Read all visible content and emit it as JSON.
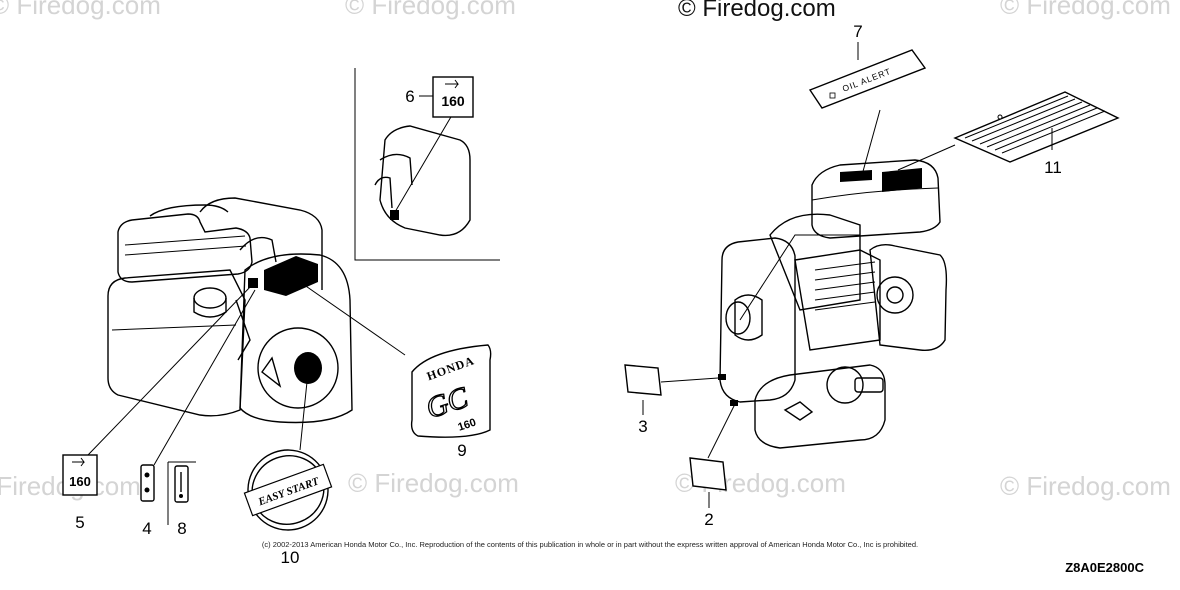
{
  "watermark_text": "© Firedog.com",
  "callouts": {
    "c1": "2",
    "c2": "3",
    "c3": "4",
    "c4": "5",
    "c5": "6",
    "c6": "7",
    "c7": "8",
    "c8": "9",
    "c9": "10",
    "c10": "11"
  },
  "label_texts": {
    "oil_alert": "OIL ALERT",
    "honda": "HONDA",
    "gc": "GC",
    "model_160": "160",
    "easy_start": "EASY START"
  },
  "copyright": "(c) 2002-2013 American Honda Motor Co., Inc. Reproduction of the contents of this publication in whole or in part without the express written approval of American Honda Motor Co., Inc is prohibited.",
  "diagram_code": "Z8A0E2800C"
}
